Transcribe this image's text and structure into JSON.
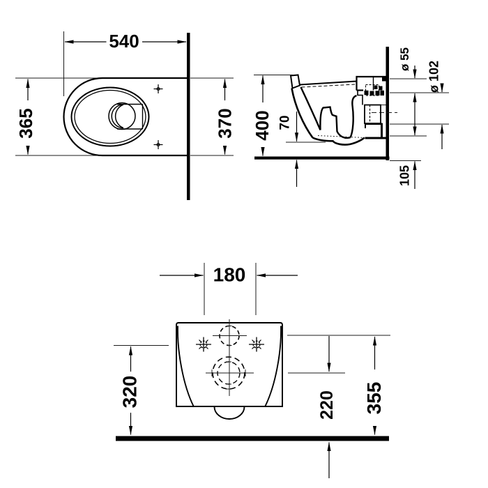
{
  "drawing": {
    "background_color": "#ffffff",
    "line_color": "#000000",
    "description": "Technical installation drawing of a wall-hung toilet, three orthographic views with dimensions in mm",
    "views": {
      "top_view": {
        "name": "top view",
        "dims": {
          "width": "540",
          "depth": "365",
          "depth_behind_wall": "370"
        }
      },
      "side_view": {
        "name": "side view",
        "dims": {
          "height": "400",
          "bowl_depth": "70",
          "inlet_diameter": "ø 55",
          "outlet_diameter": "ø 102",
          "outlet_offset": "105"
        }
      },
      "rear_view": {
        "name": "rear view",
        "dims": {
          "fixing_hole_spacing": "180",
          "fixing_hole_height": "320",
          "outlet_center_height": "220",
          "inlet_center_height": "355"
        }
      }
    }
  }
}
